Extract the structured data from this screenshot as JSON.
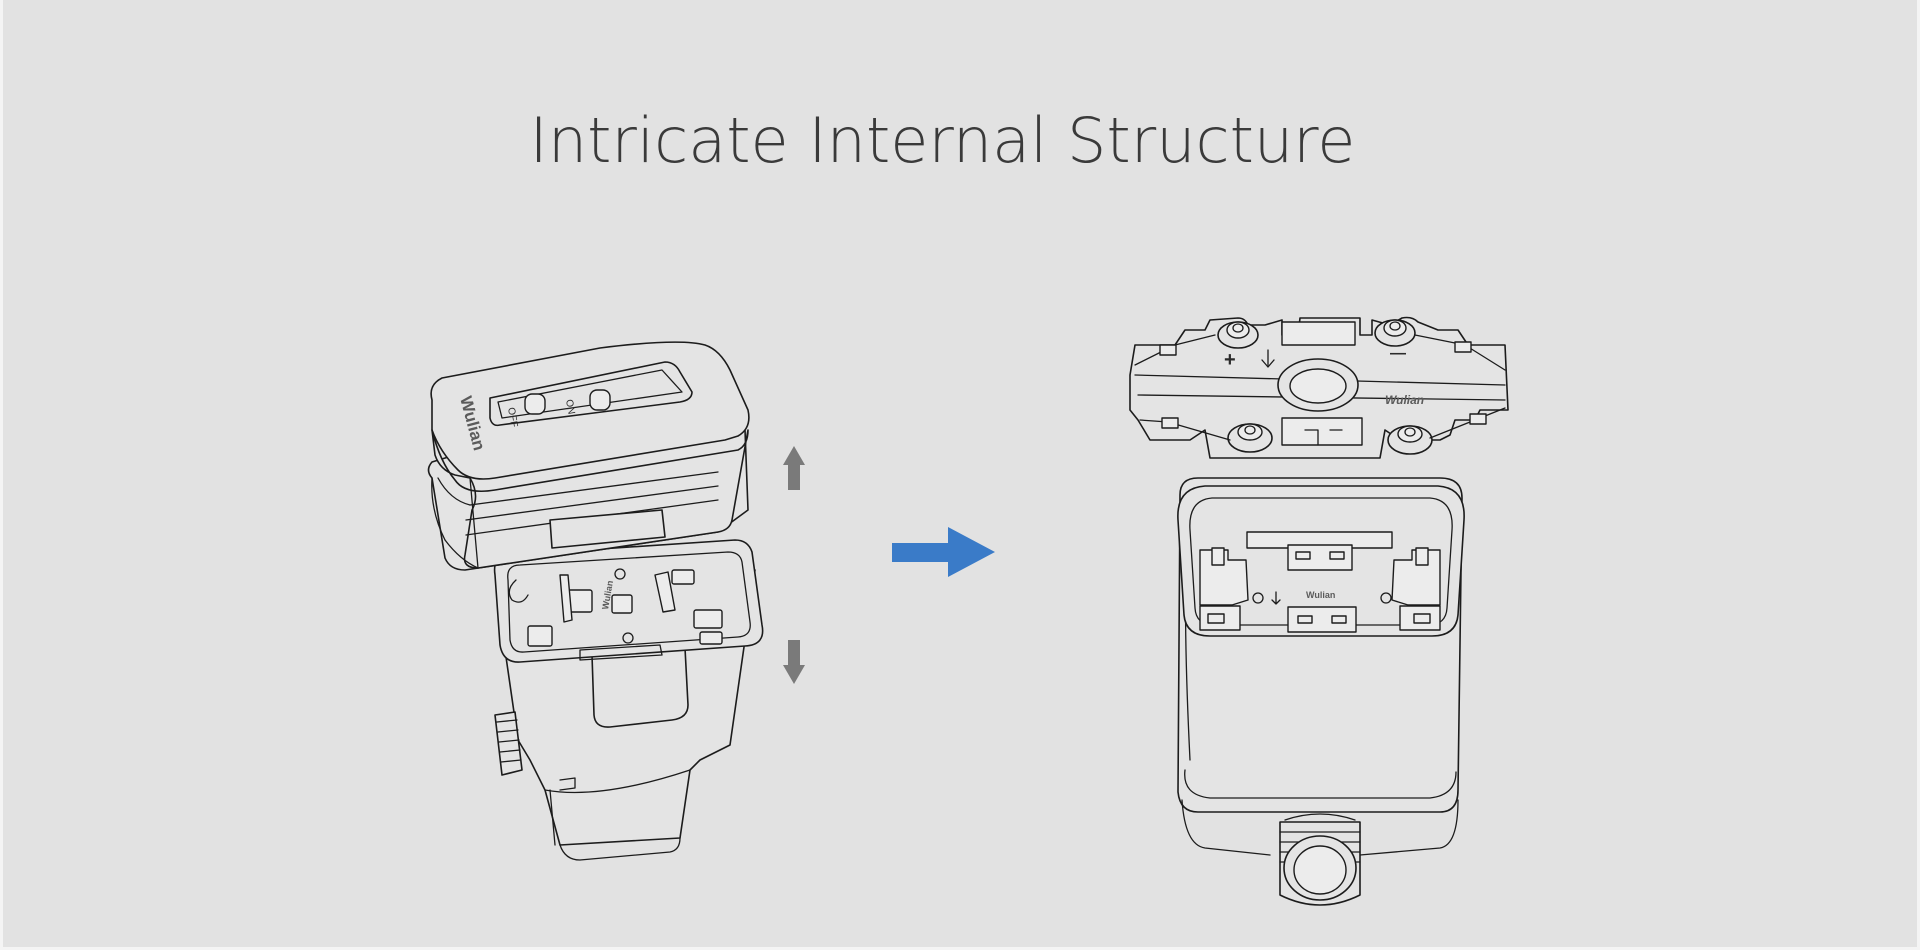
{
  "page": {
    "title": "Intricate Internal Structure",
    "background_color": "#e2e2e2"
  },
  "left_device": {
    "brand": "Wulian",
    "switch_off_label": "OFF",
    "switch_on_label": "ON"
  },
  "right_device": {
    "lid_brand": "Wulian",
    "base_brand": "Wulian",
    "terminal_plus_label": "+",
    "terminal_minus_label": "—"
  },
  "arrows": {
    "lift_arrow_color": "#7a7a7a",
    "transition_arrow_color": "#3a7bc8",
    "icons": [
      "arrow-up-icon",
      "arrow-down-icon",
      "arrow-right-icon"
    ]
  }
}
